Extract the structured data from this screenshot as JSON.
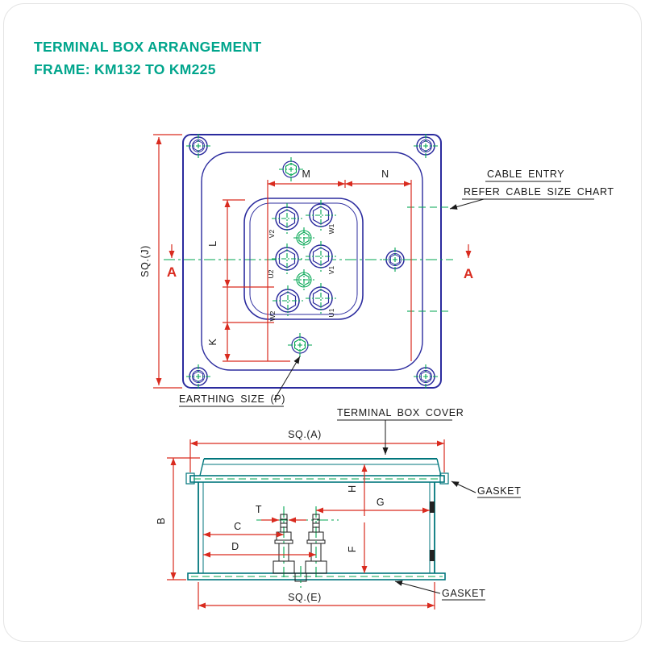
{
  "meta": {
    "title1": "TERMINAL BOX ARRANGEMENT",
    "title2": "FRAME: KM132 TO KM225"
  },
  "colors": {
    "accent_teal": "#00a58c",
    "dim_red": "#d92b1f",
    "outline_navy": "#2b2b9e",
    "centerline_green": "#00a651",
    "box_teal": "#00767c",
    "ink": "#1a1a1a"
  },
  "top_view": {
    "dims": {
      "sq_j": "SQ.(J)",
      "m": "M",
      "n": "N",
      "l": "L",
      "k": "K"
    },
    "section": {
      "left": "A",
      "right": "A"
    },
    "terminals": {
      "v2": "V2",
      "w1": "W1",
      "u2": "U2",
      "v1": "V1",
      "w2": "W2",
      "u1": "U1"
    },
    "callouts": {
      "cable_entry_1": "CABLE ENTRY",
      "cable_entry_2": "REFER CABLE SIZE CHART",
      "earthing": "EARTHING SIZE (P)"
    }
  },
  "side_view": {
    "dims": {
      "sq_a": "SQ.(A)",
      "sq_e": "SQ.(E)",
      "b": "B",
      "h": "H",
      "f": "F",
      "g": "G",
      "t": "T",
      "c": "C",
      "d": "D"
    },
    "callouts": {
      "cover": "TERMINAL BOX COVER",
      "gasket_top": "GASKET",
      "gasket_bottom": "GASKET"
    }
  }
}
